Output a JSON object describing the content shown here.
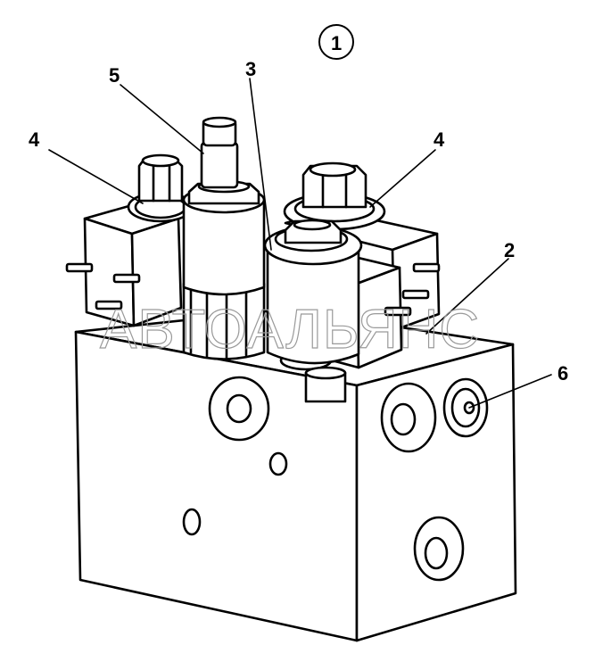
{
  "figure": {
    "view_number": "1",
    "callouts": [
      {
        "id": "label-1",
        "text": "1"
      },
      {
        "id": "label-2",
        "text": "2"
      },
      {
        "id": "label-3",
        "text": "3"
      },
      {
        "id": "label-4-left",
        "text": "4"
      },
      {
        "id": "label-4-right",
        "text": "4"
      },
      {
        "id": "label-5",
        "text": "5"
      },
      {
        "id": "label-6",
        "text": "6"
      }
    ],
    "watermark": "АВТОАЛЬЯНС"
  },
  "colors": {
    "ink": "#000000",
    "paper": "#ffffff",
    "watermark": "#9a9a9a"
  }
}
